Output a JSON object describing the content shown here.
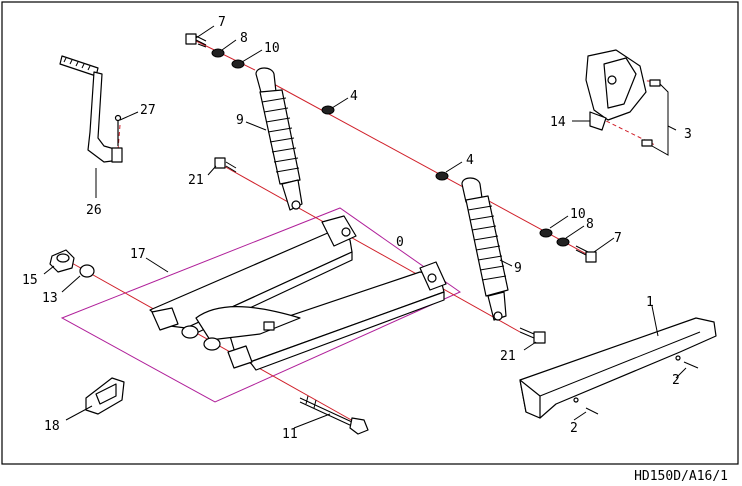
{
  "callouts": [
    {
      "id": "c7a",
      "text": "7"
    },
    {
      "id": "c8a",
      "text": "8"
    },
    {
      "id": "c10a",
      "text": "10"
    },
    {
      "id": "c4a",
      "text": "4"
    },
    {
      "id": "c9a",
      "text": "9"
    },
    {
      "id": "c27",
      "text": "27"
    },
    {
      "id": "c26",
      "text": "26"
    },
    {
      "id": "c21a",
      "text": "21"
    },
    {
      "id": "c14",
      "text": "14"
    },
    {
      "id": "c3",
      "text": "3"
    },
    {
      "id": "c4b",
      "text": "4"
    },
    {
      "id": "c10b",
      "text": "10"
    },
    {
      "id": "c8b",
      "text": "8"
    },
    {
      "id": "c7b",
      "text": "7"
    },
    {
      "id": "c0",
      "text": "0"
    },
    {
      "id": "c9b",
      "text": "9"
    },
    {
      "id": "c17",
      "text": "17"
    },
    {
      "id": "c15",
      "text": "15"
    },
    {
      "id": "c13",
      "text": "13"
    },
    {
      "id": "c1",
      "text": "1"
    },
    {
      "id": "c21b",
      "text": "21"
    },
    {
      "id": "c2a",
      "text": "2"
    },
    {
      "id": "c2b",
      "text": "2"
    },
    {
      "id": "c18",
      "text": "18"
    },
    {
      "id": "c11",
      "text": "11"
    }
  ],
  "doc_code": "HD150D/A16/1",
  "colors": {
    "axis": "#d0202a",
    "group_outline": "#b0209a",
    "line": "#000000"
  }
}
